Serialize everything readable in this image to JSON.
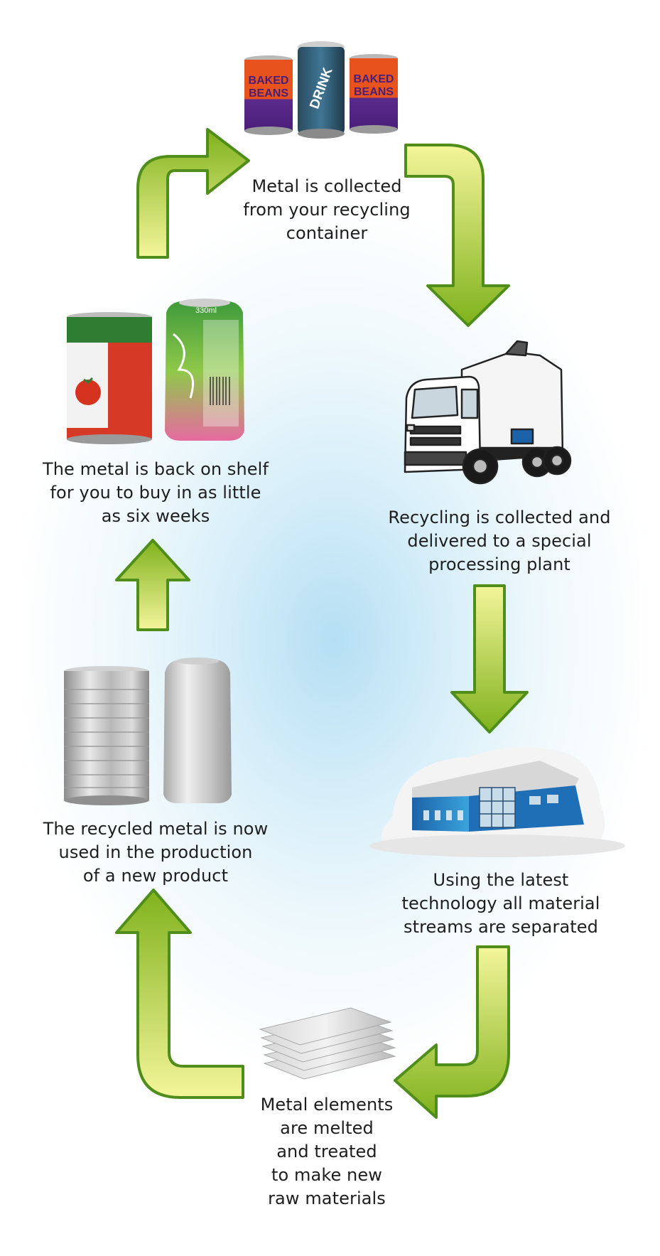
{
  "steps": [
    {
      "id": "collect",
      "caption": "Metal is collected\nfrom your recycling\ncontainer"
    },
    {
      "id": "truck",
      "caption": "Recycling is collected and\ndelivered to a special\nprocessing plant"
    },
    {
      "id": "plant",
      "caption": "Using the latest\ntechnology all material\nstreams are separated"
    },
    {
      "id": "melt",
      "caption": "Metal elements\nare melted\nand treated\nto make new\nraw materials"
    },
    {
      "id": "product",
      "caption": "The recycled metal is now\nused in the production\nof a new product"
    },
    {
      "id": "shelf",
      "caption": "The metal is back on shelf\nfor you to buy in as little\nas six weeks"
    }
  ],
  "can_labels": {
    "baked_beans": "BAKED\nBEANS",
    "drink": "DRINK",
    "volume": "330ml"
  },
  "colors": {
    "arrow_light": "#f4f59a",
    "arrow_dark": "#7fb21c",
    "arrow_stroke": "#4f8e1a",
    "glow": "#b5dff3",
    "text": "#1e1e1e"
  }
}
